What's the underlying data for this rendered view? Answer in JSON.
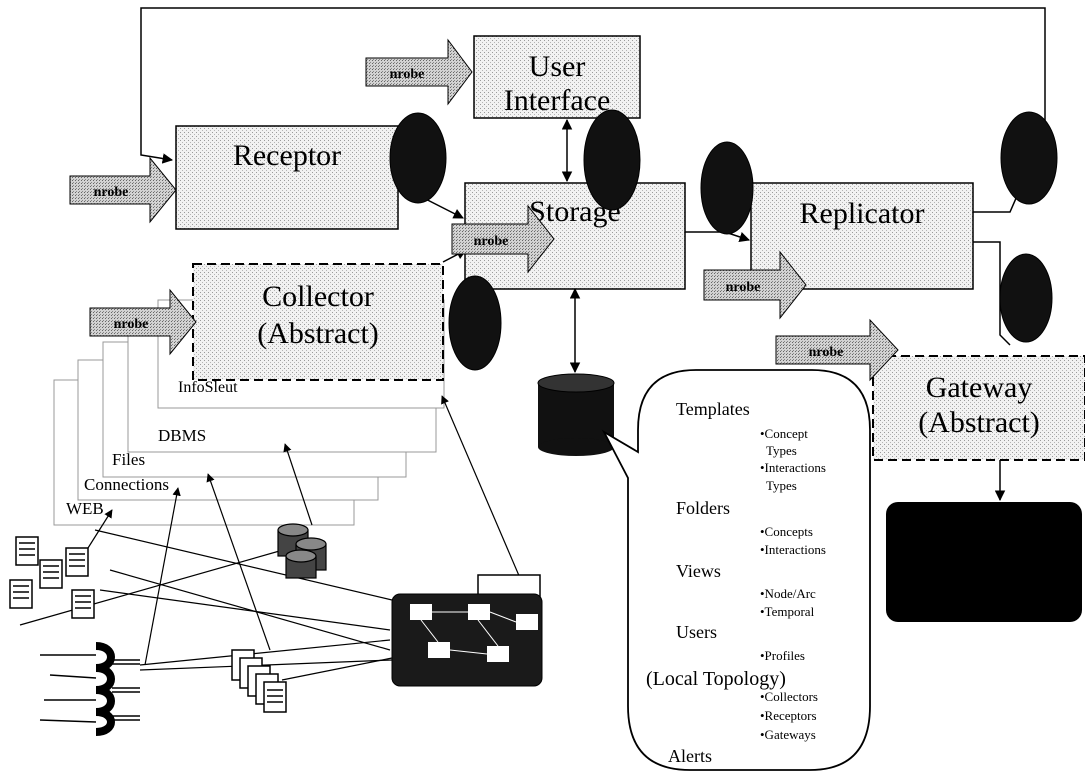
{
  "components": {
    "receptor": "Receptor",
    "user_interface": [
      "User",
      "Interface"
    ],
    "storage": "Storage",
    "replicator": "Replicator",
    "collector": [
      "Collector",
      "(Abstract)"
    ],
    "gateway": [
      "Gateway",
      "(Abstract)"
    ]
  },
  "probe_label": "nrobe",
  "source_layers": {
    "infosleut": "InfoSleut",
    "dbms": "DBMS",
    "files": "Files",
    "connections": "Connections",
    "web": "WEB"
  },
  "callout": {
    "templates": "Templates",
    "concept_types": [
      "•Concept",
      "Types"
    ],
    "interaction_types": [
      "•Interactions",
      "Types"
    ],
    "folders": "Folders",
    "concepts": "•Concepts",
    "interactions": "•Interactions",
    "views": "Views",
    "node_arc": "•Node/Arc",
    "temporal": "•Temporal",
    "users": "Users",
    "profiles": "•Profiles",
    "local_topology": "(Local Topology)",
    "collectors": "•Collectors",
    "receptors": "•Receptors",
    "gateways": "•Gateways",
    "alerts": "Alerts"
  }
}
